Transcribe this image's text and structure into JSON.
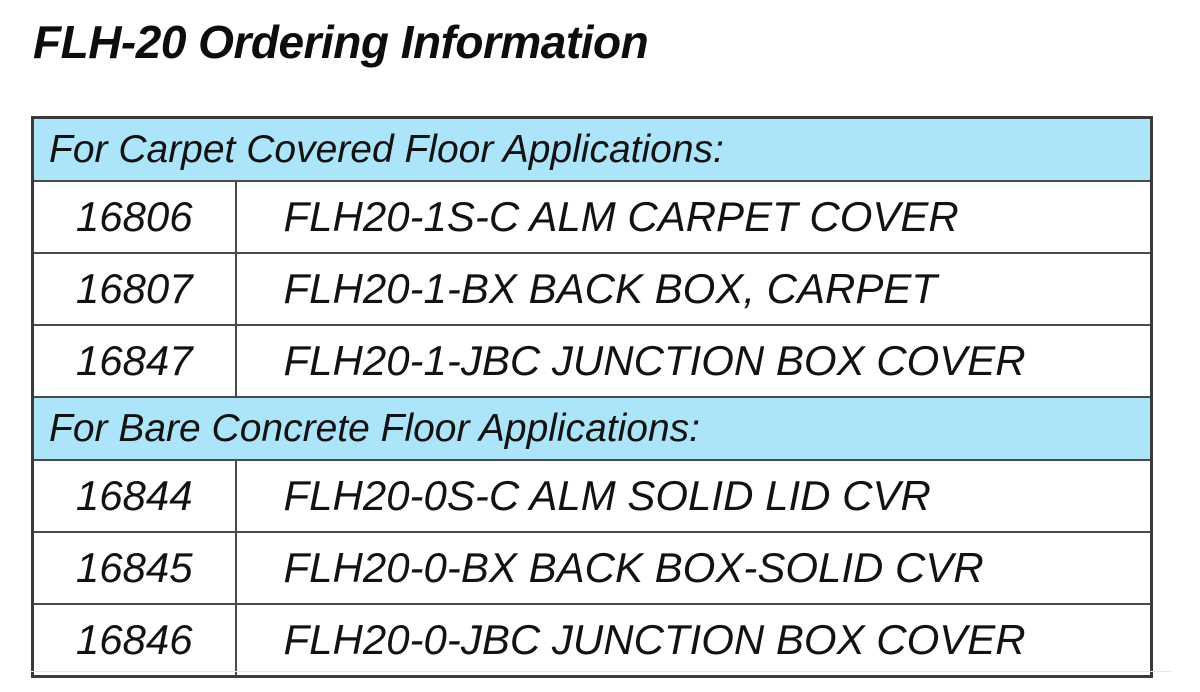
{
  "document": {
    "title": "FLH-20 Ordering Information"
  },
  "colors": {
    "section_header_background": "#ace4f9",
    "table_border": "#4a4a4a",
    "table_outer_border": "#3a3a3a",
    "page_background": "#ffffff",
    "text": "#121212"
  },
  "table": {
    "columns": [
      "part_number",
      "description"
    ],
    "sections": [
      {
        "header": "For Carpet Covered Floor Applications:",
        "rows": [
          {
            "part_number": "16806",
            "description": "FLH20-1S-C ALM CARPET COVER"
          },
          {
            "part_number": "16807",
            "description": "FLH20-1-BX BACK BOX, CARPET"
          },
          {
            "part_number": "16847",
            "description": "FLH20-1-JBC JUNCTION BOX COVER"
          }
        ]
      },
      {
        "header": "For Bare Concrete Floor Applications:",
        "rows": [
          {
            "part_number": "16844",
            "description": "FLH20-0S-C ALM SOLID LID CVR"
          },
          {
            "part_number": "16845",
            "description": "FLH20-0-BX BACK BOX-SOLID CVR"
          },
          {
            "part_number": "16846",
            "description": "FLH20-0-JBC JUNCTION BOX COVER"
          }
        ]
      }
    ]
  }
}
